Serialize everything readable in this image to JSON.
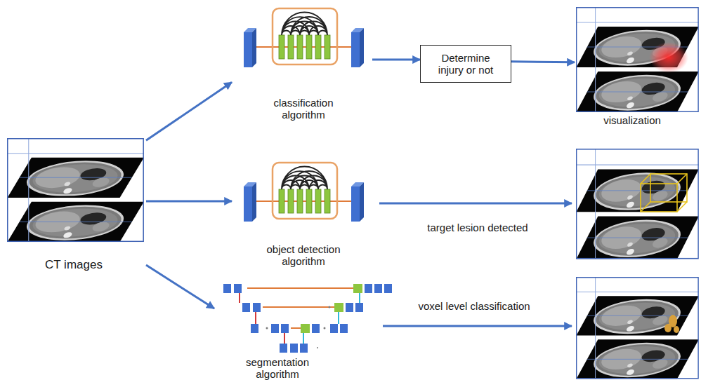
{
  "diagram": {
    "nodes": [
      {
        "text": [
          "CT images"
        ]
      },
      {
        "text": [
          "classification algorithm"
        ]
      },
      {
        "text": [
          "Determine injury or not"
        ]
      },
      {
        "text": [
          "visualization"
        ]
      },
      {
        "text": [
          "object detection algorithm"
        ]
      },
      {
        "text": [
          "segmentation algorithm"
        ]
      }
    ],
    "edges": [
      {
        "from": 0,
        "to": 1,
        "arrow": "to"
      },
      {
        "from": 0,
        "to": 4,
        "arrow": "to"
      },
      {
        "from": 0,
        "to": 5,
        "arrow": "to"
      },
      {
        "from": 1,
        "to": 2,
        "arrow": "to"
      },
      {
        "from": 2,
        "to": 3,
        "arrow": "to"
      }
    ],
    "labels": [
      "target lesion detected",
      "voxel level classification"
    ]
  }
}
